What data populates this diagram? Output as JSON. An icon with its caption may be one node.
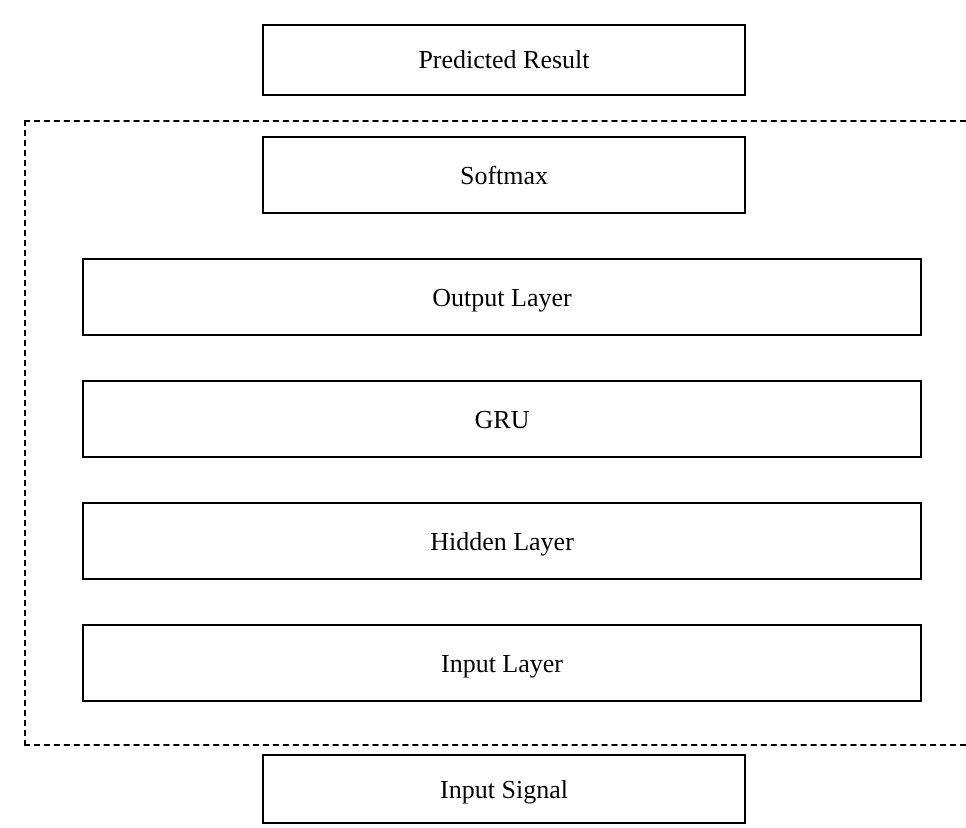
{
  "diagram": {
    "nodes": [
      {
        "text": [
          "Predicted Result"
        ]
      },
      {
        "text": [],
        "shape": "box"
      },
      {
        "text": [
          "Softmax"
        ],
        "in": 1
      },
      {
        "text": [
          "Output Layer"
        ],
        "in": 1
      },
      {
        "text": [
          "GRU"
        ],
        "in": 1
      },
      {
        "text": [
          "Hidden Layer"
        ],
        "in": 1
      },
      {
        "text": [
          "Input Layer"
        ],
        "in": 1
      },
      {
        "text": [
          "Input Signal"
        ]
      }
    ]
  }
}
